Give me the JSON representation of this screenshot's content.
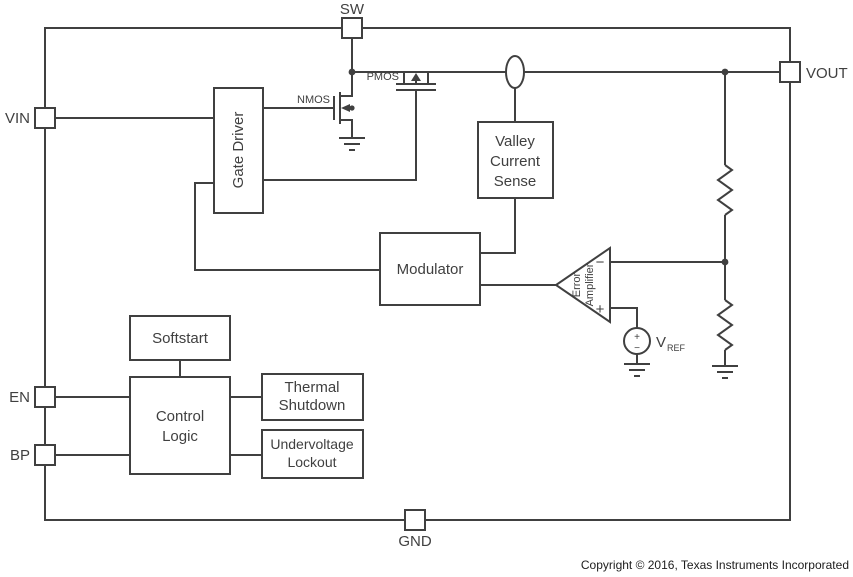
{
  "diagram": {
    "pins": {
      "sw": "SW",
      "vout": "VOUT",
      "vin": "VIN",
      "en": "EN",
      "bp": "BP",
      "gnd": "GND"
    },
    "blocks": {
      "gate_driver": "Gate Driver",
      "valley_current_sense": {
        "lines": [
          "Valley",
          "Current",
          "Sense"
        ]
      },
      "modulator": "Modulator",
      "softstart": "Softstart",
      "control_logic": {
        "lines": [
          "Control",
          "Logic"
        ]
      },
      "thermal_shutdown": {
        "lines": [
          "Thermal",
          "Shutdown"
        ]
      },
      "undervoltage_lockout": {
        "lines": [
          "Undervoltage",
          "Lockout"
        ]
      }
    },
    "transistors": {
      "nmos": "NMOS",
      "pmos": "PMOS"
    },
    "error_amplifier": {
      "lines": [
        "Error",
        "Amplifier"
      ],
      "minus": "−",
      "plus": "+"
    },
    "vref": {
      "label": "V",
      "subscript": "REF",
      "plus": "+",
      "minus": "−"
    },
    "copyright": "Copyright © 2016, Texas Instruments Incorporated",
    "colors": {
      "line": "#404040",
      "text": "#404040",
      "background": "#ffffff"
    }
  }
}
